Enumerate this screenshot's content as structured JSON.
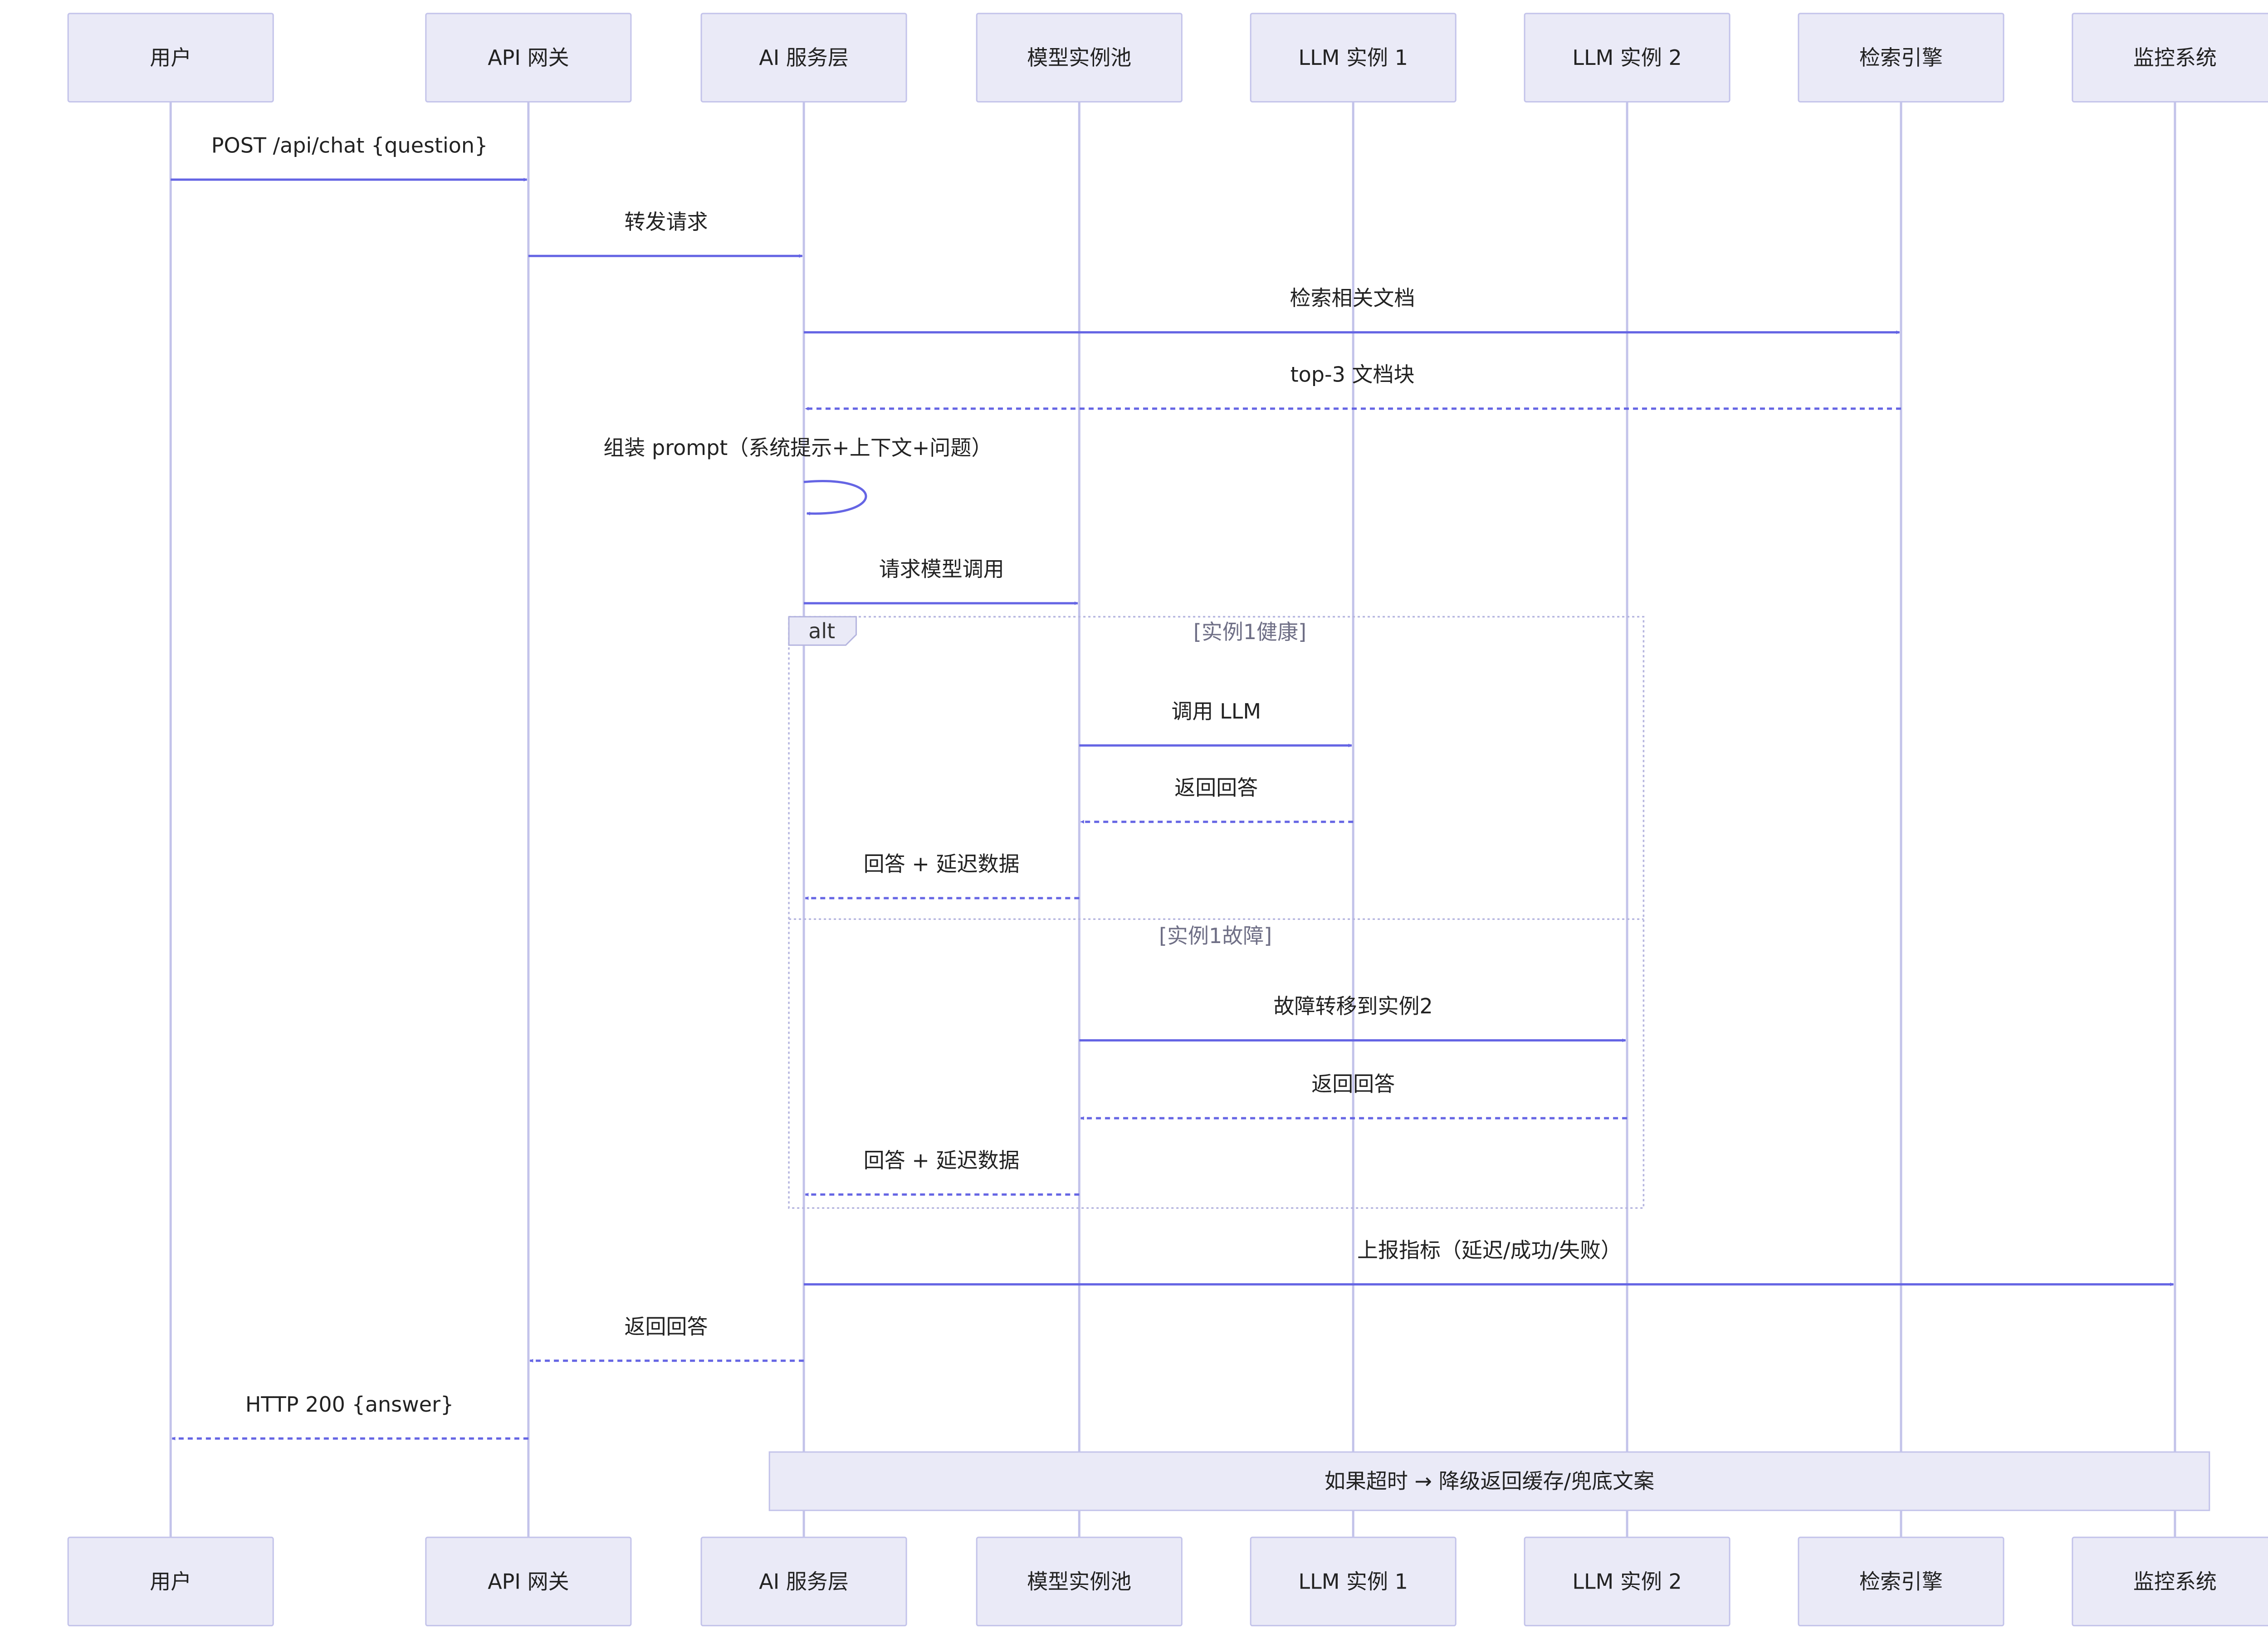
{
  "participants": [
    {
      "id": "user",
      "label": "用户"
    },
    {
      "id": "gateway",
      "label": "API 网关"
    },
    {
      "id": "ai",
      "label": "AI 服务层"
    },
    {
      "id": "pool",
      "label": "模型实例池"
    },
    {
      "id": "llm1",
      "label": "LLM 实例 1"
    },
    {
      "id": "llm2",
      "label": "LLM 实例 2"
    },
    {
      "id": "search",
      "label": "检索引擎"
    },
    {
      "id": "monitor",
      "label": "监控系统"
    }
  ],
  "messages": [
    {
      "from": "user",
      "to": "gateway",
      "text": "POST /api/chat {question}",
      "style": "solid"
    },
    {
      "from": "gateway",
      "to": "ai",
      "text": "转发请求",
      "style": "solid"
    },
    {
      "from": "ai",
      "to": "search",
      "text": "检索相关文档",
      "style": "solid"
    },
    {
      "from": "search",
      "to": "ai",
      "text": "top-3 文档块",
      "style": "dashed"
    },
    {
      "from": "ai",
      "to": "ai",
      "text": "组装 prompt（系统提示+上下文+问题）",
      "style": "solid"
    },
    {
      "from": "ai",
      "to": "pool",
      "text": "请求模型调用",
      "style": "solid"
    },
    {
      "from": "pool",
      "to": "llm1",
      "text": "调用 LLM",
      "style": "solid"
    },
    {
      "from": "llm1",
      "to": "pool",
      "text": "返回回答",
      "style": "dashed"
    },
    {
      "from": "pool",
      "to": "ai",
      "text": "回答 + 延迟数据",
      "style": "dashed"
    },
    {
      "from": "pool",
      "to": "llm2",
      "text": "故障转移到实例2",
      "style": "solid"
    },
    {
      "from": "llm2",
      "to": "pool",
      "text": "返回回答",
      "style": "dashed"
    },
    {
      "from": "pool",
      "to": "ai",
      "text": "回答 + 延迟数据",
      "style": "dashed"
    },
    {
      "from": "ai",
      "to": "monitor",
      "text": "上报指标（延迟/成功/失败）",
      "style": "solid"
    },
    {
      "from": "ai",
      "to": "gateway",
      "text": "返回回答",
      "style": "dashed"
    },
    {
      "from": "gateway",
      "to": "user",
      "text": "HTTP 200 {answer}",
      "style": "dashed"
    }
  ],
  "alt_block": {
    "label": "alt",
    "conditions": [
      "[实例1健康]",
      "[实例1故障]"
    ]
  },
  "note": {
    "text": "如果超时 → 降级返回缓存/兜底文案",
    "over": [
      "ai",
      "monitor"
    ]
  },
  "colors": {
    "accent": "#6565e4",
    "actor_fill": "#eaeaf7",
    "actor_stroke": "#c3c3ea"
  }
}
